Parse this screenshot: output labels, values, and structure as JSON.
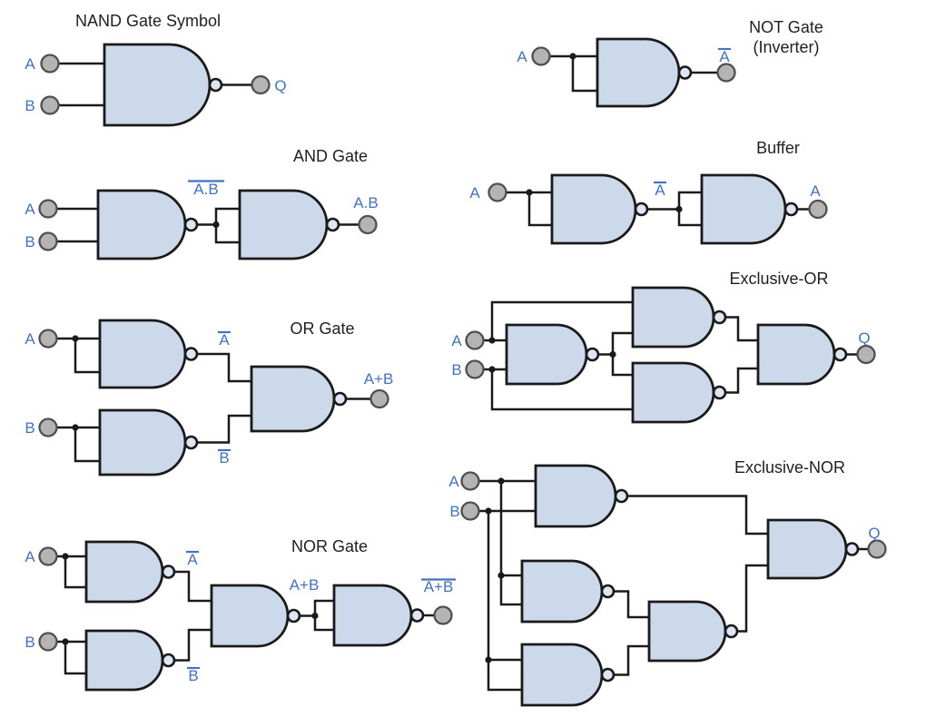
{
  "page": {
    "background": "#ffffff",
    "description": "NAND gate equivalent circuits for basic logic functions"
  },
  "colors": {
    "gate_fill": "#ccd9ea",
    "gate_outline": "#1a1a1a",
    "wire": "#1a1a1a",
    "terminal_fill": "#b4b4b4",
    "terminal_outline": "#4f4f4f",
    "label_blue": "#4172c4",
    "title_black": "#1f1f1f"
  },
  "circuits": {
    "nand_symbol": {
      "title": "NAND Gate Symbol",
      "input_a": "A",
      "input_b": "B",
      "output_q": "Q"
    },
    "not_gate": {
      "title_line1": "NOT Gate",
      "title_line2": "(Inverter)",
      "input_a": "A",
      "output_not_a": "A",
      "output_has_overline": true
    },
    "and_gate": {
      "title": "AND Gate",
      "input_a": "A",
      "input_b": "B",
      "intermediate_nand": "A.B",
      "intermediate_has_overline": true,
      "output": "A.B"
    },
    "buffer": {
      "title": "Buffer",
      "input_a": "A",
      "intermediate_not_a": "A",
      "intermediate_has_overline": true,
      "output_a": "A"
    },
    "or_gate": {
      "title": "OR Gate",
      "input_a": "A",
      "input_b": "B",
      "intermediate_not_a": "A",
      "intermediate_not_b": "B",
      "intermediate_has_overline": true,
      "output": "A+B"
    },
    "exclusive_or": {
      "title": "Exclusive-OR",
      "input_a": "A",
      "input_b": "B",
      "output_q": "Q"
    },
    "nor_gate": {
      "title": "NOR Gate",
      "input_a": "A",
      "input_b": "B",
      "intermediate_not_a": "A",
      "intermediate_not_b": "B",
      "intermediate_or": "A+B",
      "output": "A+B",
      "output_has_overline": true
    },
    "exclusive_nor": {
      "title": "Exclusive-NOR",
      "input_a": "A",
      "input_b": "B",
      "output_q": "Q"
    }
  }
}
